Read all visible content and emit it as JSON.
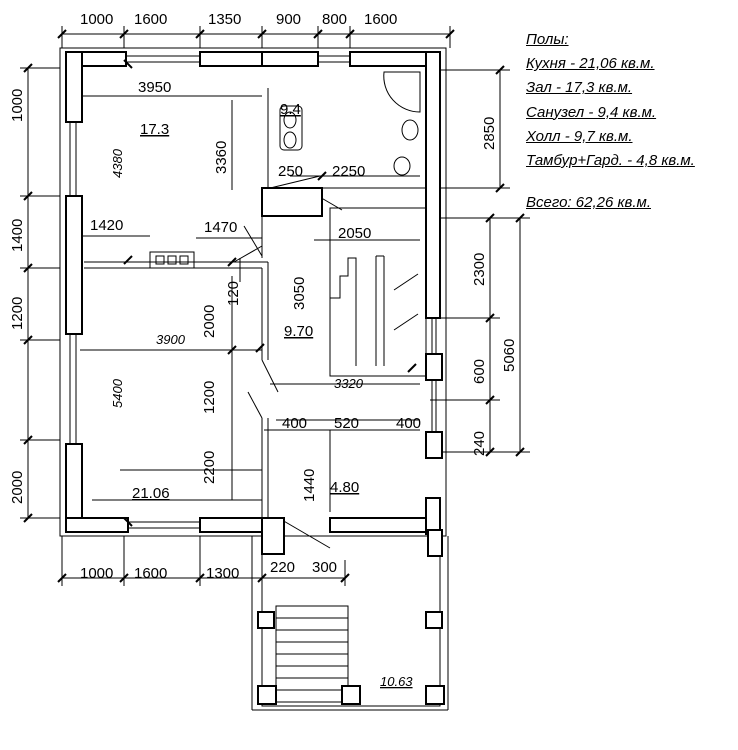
{
  "legend": {
    "title": "Полы:",
    "items": [
      "Кухня - 21,06 кв.м.",
      "Зал - 17,3 кв.м.",
      "Санузел  - 9,4 кв.м.",
      "Холл - 9,7 кв.м.",
      "Тамбур+Гард. - 4,8 кв.м."
    ],
    "total": "Всего: 62,26 кв.м."
  },
  "dimensions": {
    "top": [
      "1000",
      "1600",
      "1350",
      "900",
      "800",
      "1600"
    ],
    "bottom": [
      "1000",
      "1600",
      "1300"
    ],
    "porch": [
      "220",
      "300"
    ],
    "left": [
      "1000",
      "1400",
      "1200",
      "2000"
    ],
    "right": [
      "2850",
      "2300",
      "600",
      "240",
      "5060"
    ],
    "inner": [
      "3950",
      "3360",
      "4380",
      "250",
      "2250",
      "1420",
      "1470",
      "2050",
      "120",
      "3050",
      "2000",
      "3900",
      "5400",
      "1200",
      "2200",
      "3320",
      "400",
      "520",
      "400",
      "1440"
    ]
  },
  "rooms": {
    "hall": "17.3",
    "bath": "9.4",
    "corridor": "9.70",
    "kitchen": "21.06",
    "vestibule": "4.80",
    "porch": "10.63"
  }
}
